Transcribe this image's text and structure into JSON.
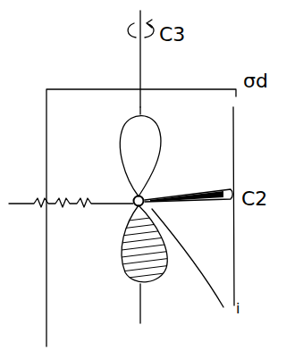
{
  "diagram": {
    "labels": [
      "C3",
      "σd",
      "C2",
      "i"
    ]
  }
}
